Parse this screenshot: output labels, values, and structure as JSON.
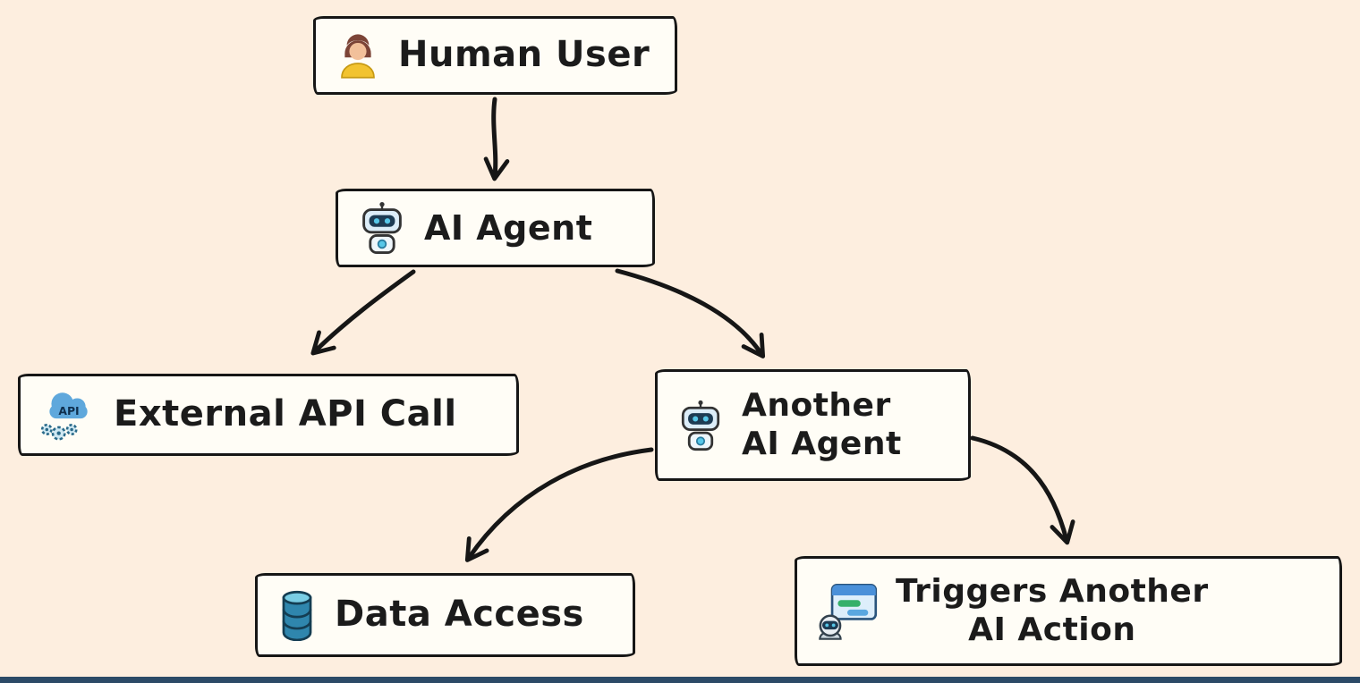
{
  "canvas": {
    "background_color": "#fdeedf",
    "bottom_bar_color": "#2c4a67"
  },
  "colors": {
    "box_fill": "#fffdf6",
    "box_border": "#161616",
    "arrow": "#161616",
    "text": "#1b1b1b"
  },
  "nodes": {
    "human_user": {
      "label": "Human User",
      "icon": "woman-user-icon"
    },
    "ai_agent": {
      "label": "AI Agent",
      "icon": "robot-icon"
    },
    "external_api_call": {
      "label": "External API Call",
      "icon": "api-cloud-gears-icon"
    },
    "another_ai_agent": {
      "line1": "Another",
      "line2": "AI Agent",
      "icon": "robot-icon"
    },
    "data_access": {
      "label": "Data Access",
      "icon": "database-icon"
    },
    "triggers_another_ai_action": {
      "line1": "Triggers Another",
      "line2": "AI Action",
      "icon": "chat-robot-icon"
    }
  },
  "edges": [
    {
      "from": "human_user",
      "to": "ai_agent"
    },
    {
      "from": "ai_agent",
      "to": "external_api_call"
    },
    {
      "from": "ai_agent",
      "to": "another_ai_agent"
    },
    {
      "from": "another_ai_agent",
      "to": "data_access"
    },
    {
      "from": "another_ai_agent",
      "to": "triggers_another_ai_action"
    }
  ]
}
